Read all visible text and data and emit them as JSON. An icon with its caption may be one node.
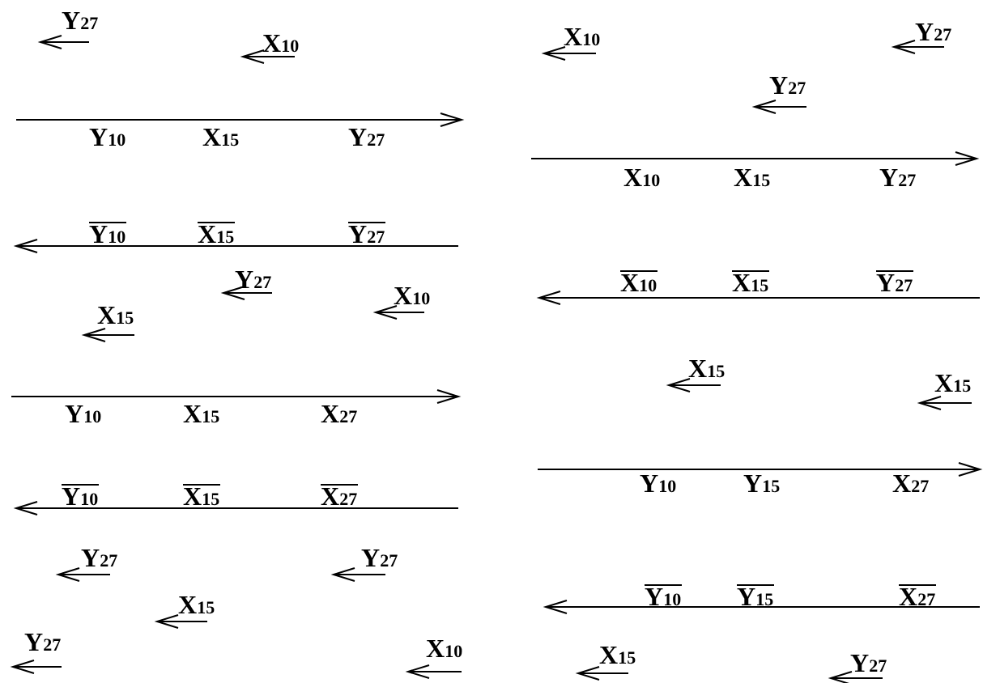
{
  "diagram": {
    "labels": [
      "Y$_{27}$",
      "X$_{10}$",
      "Y$_{10}$",
      "X$_{15}$",
      "Y$_{27}$",
      "Y$_{10}$",
      "X$_{15}$",
      "Y$_{27}$",
      "Y$_{27}$",
      "X$_{10}$",
      "X$_{15}$",
      "Y$_{10}$",
      "X$_{15}$",
      "X$_{27}$",
      "Y$_{10}$",
      "X$_{15}$",
      "X$_{27}$",
      "Y$_{27}$",
      "Y$_{27}$",
      "X$_{15}$",
      "Y$_{27}$",
      "X$_{10}$",
      "X$_{10}$",
      "Y$_{27}$",
      "Y$_{27}$",
      "X$_{10}$",
      "X$_{15}$",
      "Y$_{27}$",
      "X$_{10}$",
      "X$_{15}$",
      "Y$_{27}$",
      "X$_{15}$",
      "X$_{15}$",
      "Y$_{10}$",
      "Y$_{15}$",
      "X$_{27}$",
      "Y$_{10}$",
      "Y$_{15}$",
      "X$_{27}$",
      "X$_{15}$",
      "Y$_{27}$"
    ]
  }
}
